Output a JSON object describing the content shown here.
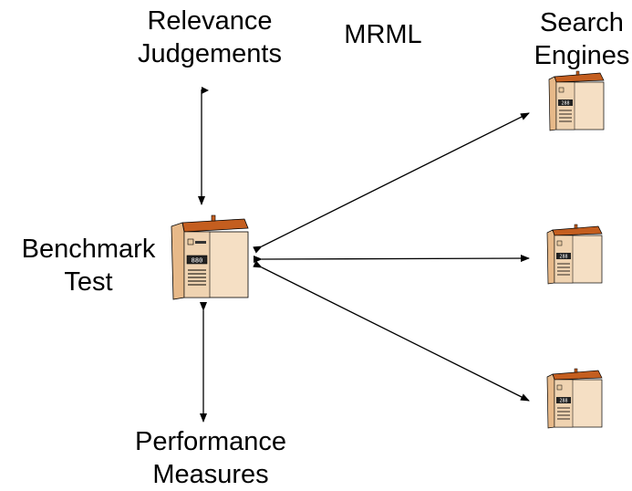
{
  "labels": {
    "relevance": [
      "Relevance",
      "Judgements"
    ],
    "mrml": "MRML",
    "search_engines": [
      "Search",
      "Engines"
    ],
    "benchmark": [
      "Benchmark",
      "Test"
    ],
    "performance": [
      "Performance",
      "Measures"
    ]
  },
  "server_display": {
    "large": "880",
    "small": "288"
  },
  "colors": {
    "server_top": "#c45e1f",
    "server_body": "#f5dfc4",
    "server_side": "#e7b989",
    "arrow": "#000000"
  }
}
